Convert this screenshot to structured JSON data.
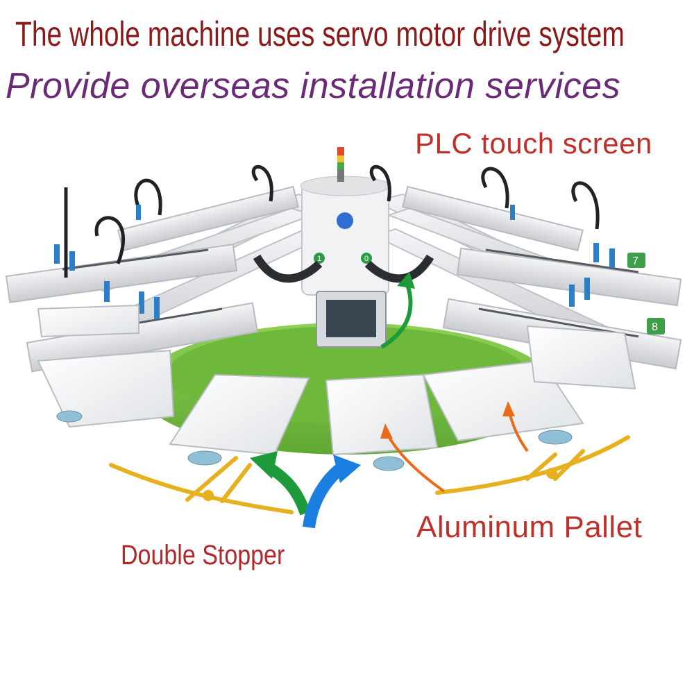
{
  "captions": {
    "headline": "The whole machine uses servo motor drive system",
    "subline": "Provide overseas installation services",
    "plc_label": "PLC touch screen",
    "pallet_label": "Aluminum Pallet",
    "stopper_label": "Double Stopper"
  },
  "station_numbers": [
    "1",
    "0",
    "7",
    "8"
  ],
  "colors": {
    "headline": "#8a1a1a",
    "subline": "#6b2a78",
    "callout": "#c0302a",
    "machine_frame": "#e6e8ea",
    "base_green": "#7cc443",
    "arrow_green": "#1f9a3a",
    "arrow_blue": "#1a7fe0",
    "arrow_orange": "#ea6a1a",
    "stopper_yellow": "#e6b01e"
  }
}
